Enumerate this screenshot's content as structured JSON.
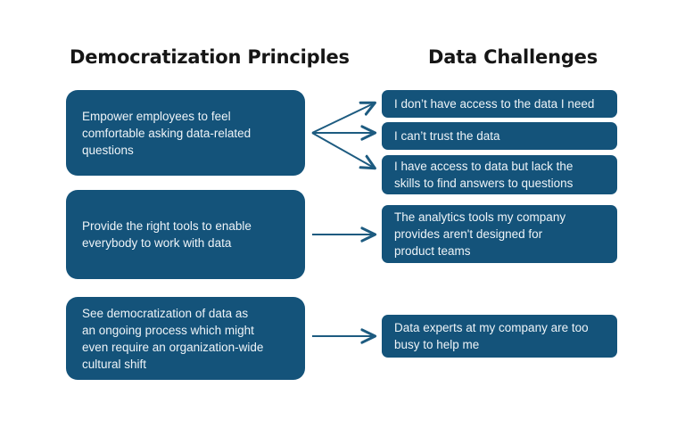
{
  "headings": {
    "left": "Democratization Principles",
    "right": "Data Challenges"
  },
  "colors": {
    "box_fill": "#14537a",
    "box_text": "#eef4f8",
    "heading_text": "#161616",
    "arrow": "#1d5b80",
    "background": "#ffffff"
  },
  "principles": [
    {
      "id": "principle-0",
      "text": "Empower employees to feel\ncomfortable asking data-related\nquestions"
    },
    {
      "id": "principle-1",
      "text": "Provide the right tools to enable\neverybody to work with data"
    },
    {
      "id": "principle-2",
      "text": "See democratization of data as\nan ongoing process which might\neven require an organization-wide\ncultural shift"
    }
  ],
  "challenges": [
    {
      "id": "challenge-0",
      "text": "I don’t have access to the data I need"
    },
    {
      "id": "challenge-1",
      "text": "I can’t trust the data"
    },
    {
      "id": "challenge-2",
      "text": "I have access to data but lack the\nskills to find answers to questions"
    },
    {
      "id": "challenge-3",
      "text": "The analytics tools my company\nprovides aren't designed for\nproduct teams"
    },
    {
      "id": "challenge-4",
      "text": "Data experts at my company are too\nbusy to help me"
    }
  ],
  "connectors": [
    {
      "name": "arrow-principle-0-to-challenge-0",
      "from": "principle-0",
      "to": "challenge-0"
    },
    {
      "name": "arrow-principle-0-to-challenge-1",
      "from": "principle-0",
      "to": "challenge-1"
    },
    {
      "name": "arrow-principle-0-to-challenge-2",
      "from": "principle-0",
      "to": "challenge-2"
    },
    {
      "name": "arrow-principle-1-to-challenge-3",
      "from": "principle-1",
      "to": "challenge-3"
    },
    {
      "name": "arrow-principle-2-to-challenge-4",
      "from": "principle-2",
      "to": "challenge-4"
    }
  ]
}
